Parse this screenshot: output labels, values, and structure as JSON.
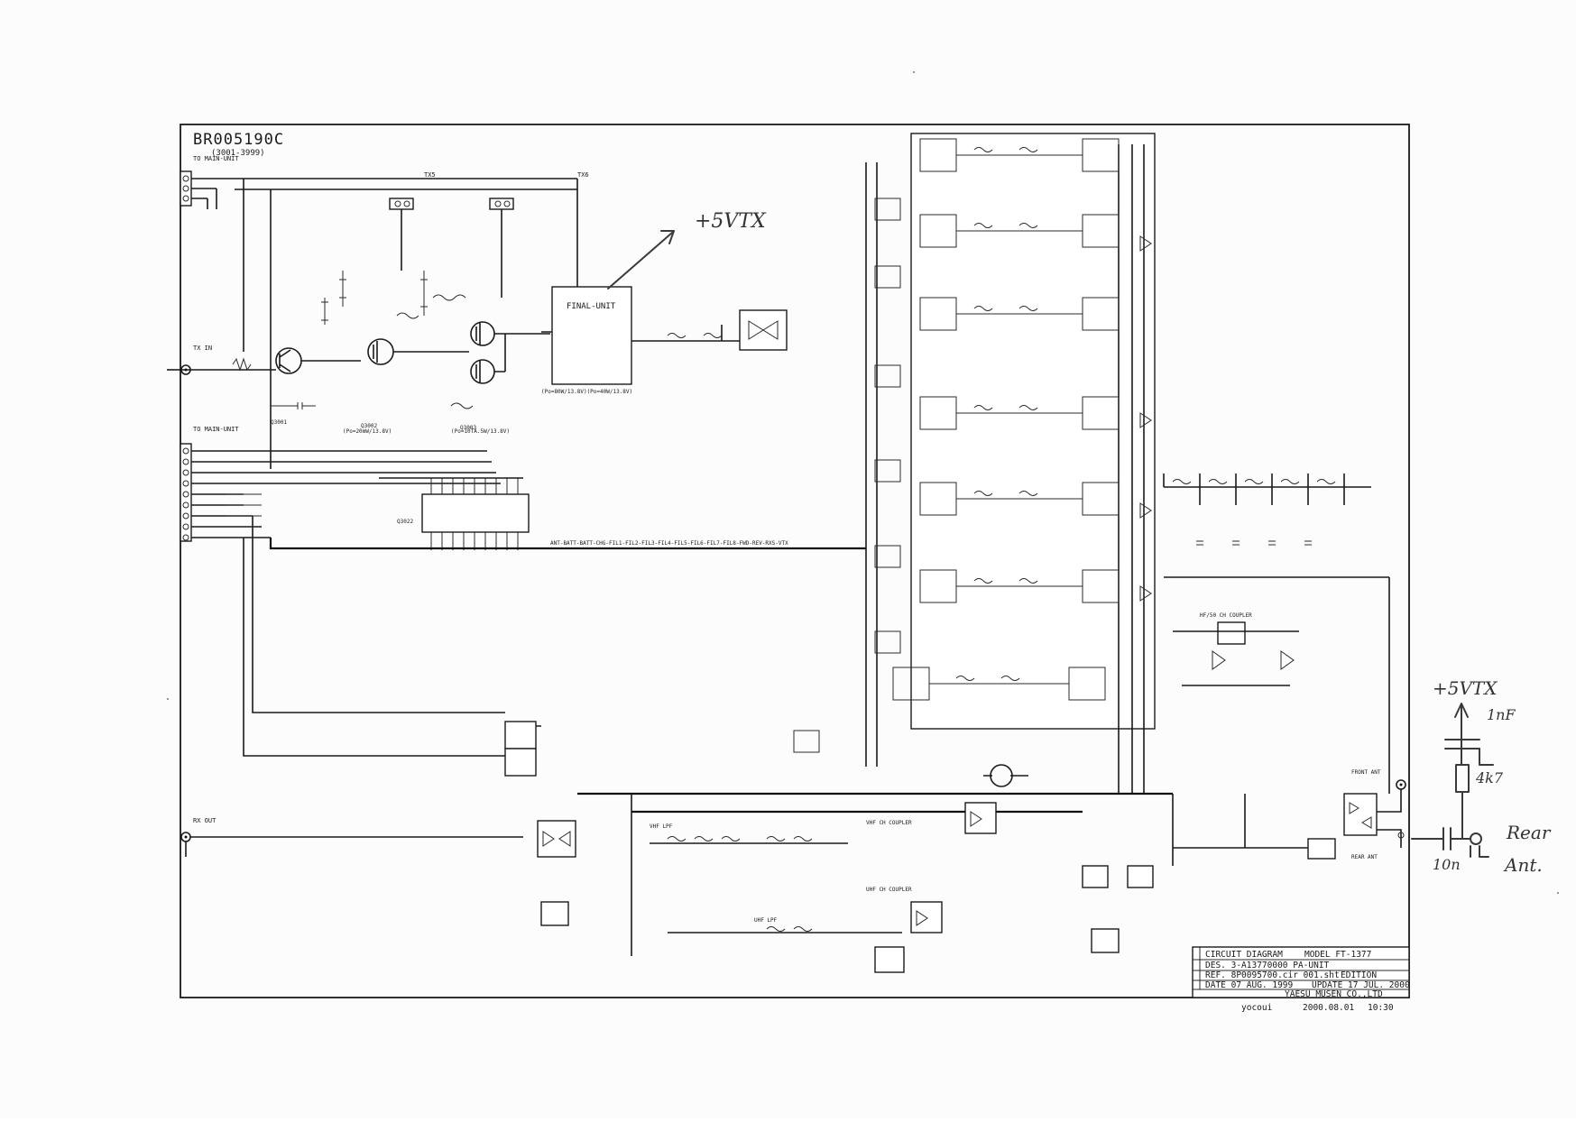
{
  "drawing": {
    "number": "BR005190C",
    "serial_range": "(3001-3999)",
    "final_unit_label": "FINAL-UNIT"
  },
  "annotations": {
    "top_5vtx": "+5VTX",
    "right_5vtx": "+5VTX",
    "cap_1nf": "1nF",
    "res_4k7": "4k7",
    "cap_10n": "10n",
    "rear": "Rear",
    "ant": "Ant."
  },
  "connectors": {
    "to_main_unit_top": "TO MAIN-UNIT",
    "tx_in": "TX IN",
    "to_main_unit_mid": "TO MAIN-UNIT",
    "rx_out": "RX OUT",
    "front_ant": "FRONT ANT",
    "rear_ant": "REAR ANT"
  },
  "blocks": {
    "hf_coupler": "HF/50 CH COUPLER",
    "vhf_coupler": "VHF CH COUPLER",
    "uhf_coupler": "UHF CH COUPLER",
    "vhf_lpf": "VHF LPF",
    "uhf_lpf": "UHF LPF",
    "bus_label": "ANT-BATT-BATT-CHG-FIL1-FIL2-FIL3-FIL4-FIL5-FIL6-FIL7-FIL8-FWD-REV-RXS-VTX"
  },
  "title_block": {
    "row1_left": "CIRCUIT DIAGRAM",
    "row1_right": "MODEL FT-1377",
    "row2": "DES. 3-A13770000 PA-UNIT",
    "row3_left": "REF. 8P0095700.cir 001.sht",
    "row3_right": "EDITION",
    "row4_left": "DATE 07 AUG. 1999",
    "row4_right": "UPDATE 17 JUL. 2000",
    "company": "YAESU MUSEN CO.,LTD",
    "footer_user": "yocoui",
    "footer_date": "2000.08.01",
    "footer_time": "10:30"
  }
}
